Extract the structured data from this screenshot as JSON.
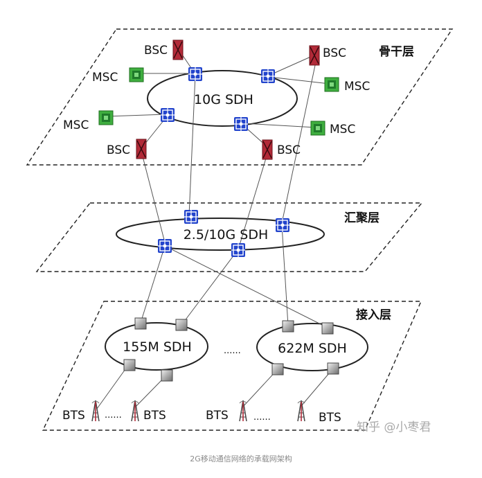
{
  "layers": {
    "backbone": "骨干层",
    "aggregation": "汇聚层",
    "access": "接入层"
  },
  "rings": {
    "backbone": "10G SDH",
    "aggregation": "2.5/10G SDH",
    "access_left": "155M SDH",
    "access_right": "622M SDH"
  },
  "labels": {
    "bsc": "BSC",
    "msc": "MSC",
    "bts": "BTS",
    "dots": "......"
  },
  "watermark": "知乎 @小枣君",
  "caption": "2G移动通信网络的承载网架构",
  "colors": {
    "bsc_fill": "#b22a38",
    "msc_fill": "#3fae3f",
    "adm_fill": "#2244cc",
    "line": "#555555"
  },
  "icons": [
    "bsc-cabinet-icon",
    "msc-switch-icon",
    "sdh-adm-icon",
    "access-node-icon",
    "bts-antenna-icon"
  ]
}
